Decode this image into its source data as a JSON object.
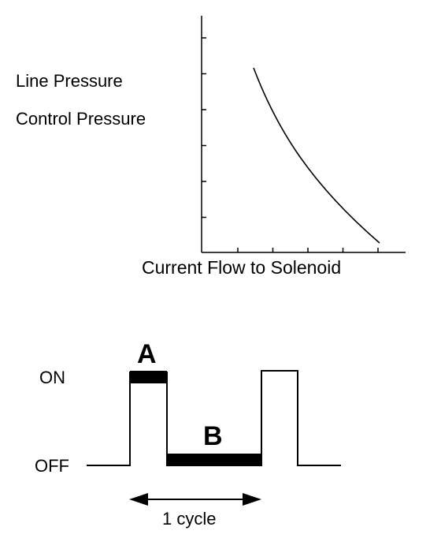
{
  "chart": {
    "y_labels": [
      "Line Pressure",
      "Control Pressure"
    ],
    "xlabel": "Current Flow to Solenoid",
    "y_tick_count": 6,
    "x_tick_count": 5
  },
  "signal": {
    "on_label": "ON",
    "off_label": "OFF",
    "marker_a": "A",
    "marker_b": "B",
    "cycle_label": "1 cycle"
  }
}
